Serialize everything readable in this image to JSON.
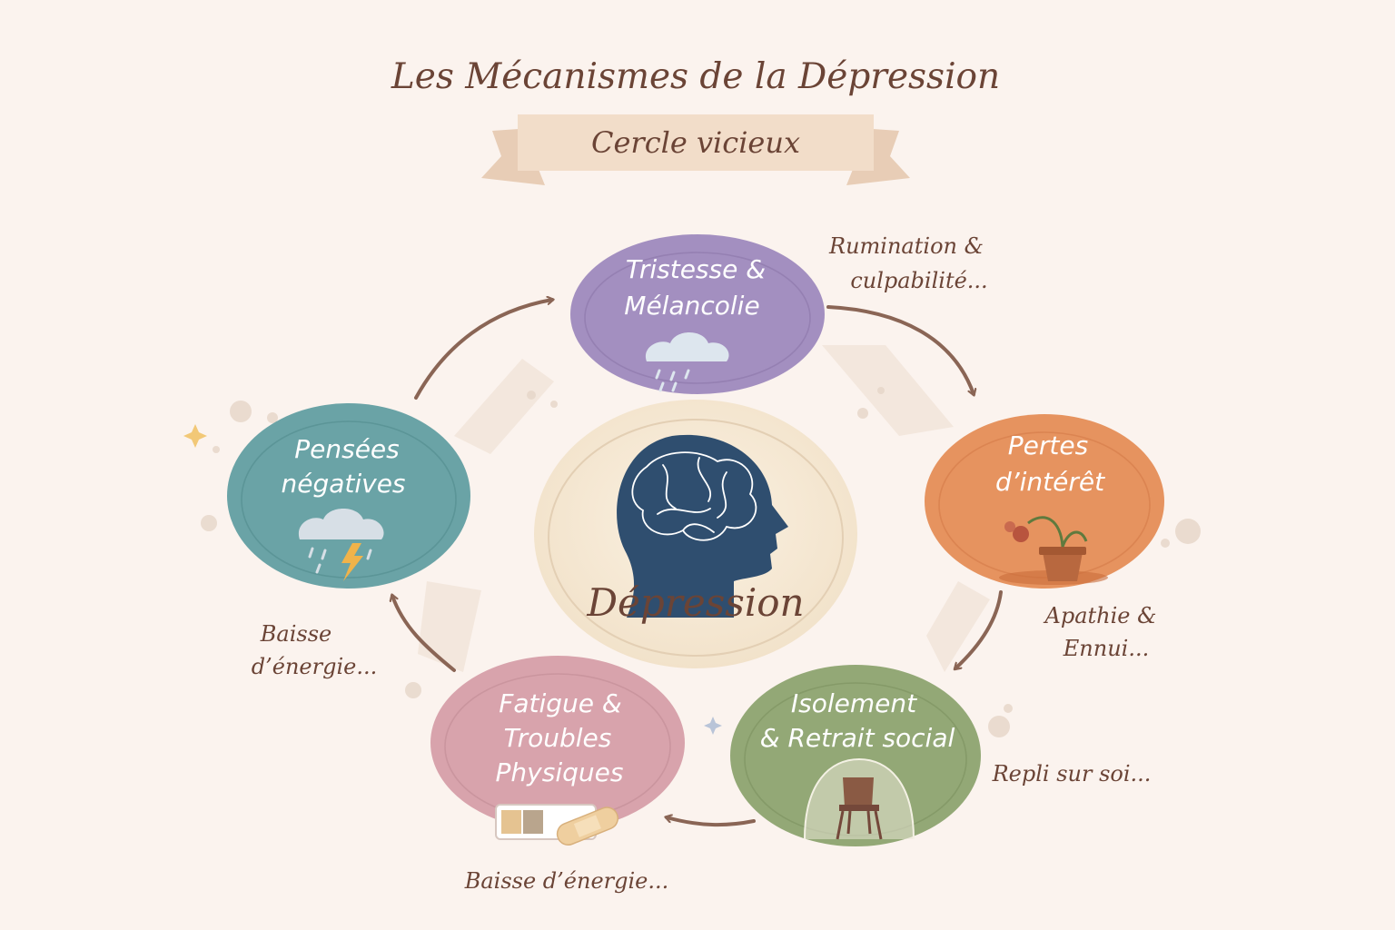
{
  "title": "Les Mécanismes de la Dépression",
  "banner": "Cercle vicieux",
  "center": {
    "label": "Dépression"
  },
  "nodes": [
    {
      "id": "tristesse",
      "lines": [
        "Tristesse &",
        "Mélancolie"
      ],
      "color": "#a38fc0",
      "icon": "rain-cloud-icon"
    },
    {
      "id": "pertes",
      "lines": [
        "Pertes",
        "d’intérêt"
      ],
      "color": "#e6935f",
      "icon": "wilted-plant-icon"
    },
    {
      "id": "isolement",
      "lines": [
        "Isolement",
        "& Retrait social"
      ],
      "color": "#93a876",
      "icon": "chair-dome-icon"
    },
    {
      "id": "fatigue",
      "lines": [
        "Fatigue &",
        "Troubles",
        "Physiques"
      ],
      "color": "#d8a3ac",
      "icon": "low-battery-icon"
    },
    {
      "id": "pensees",
      "lines": [
        "Pensées",
        "négatives"
      ],
      "color": "#6aa3a6",
      "icon": "storm-cloud-icon"
    }
  ],
  "annotations": {
    "rumination": [
      "Rumination &",
      "culpabilité..."
    ],
    "apathie": [
      "Apathie &",
      "Ennui..."
    ],
    "repli": [
      "Repli sur soi..."
    ],
    "baisse_bottom": [
      "Baisse d’énergie..."
    ],
    "baisse_left": [
      "Baisse",
      "d’énergie..."
    ]
  },
  "colors": {
    "background": "#fbf3ee",
    "text": "#6b4436",
    "arrow": "#8a6555",
    "banner": "#f2ddc9",
    "center_fill": "#f5e7d1",
    "head": "#2f4e6f"
  }
}
